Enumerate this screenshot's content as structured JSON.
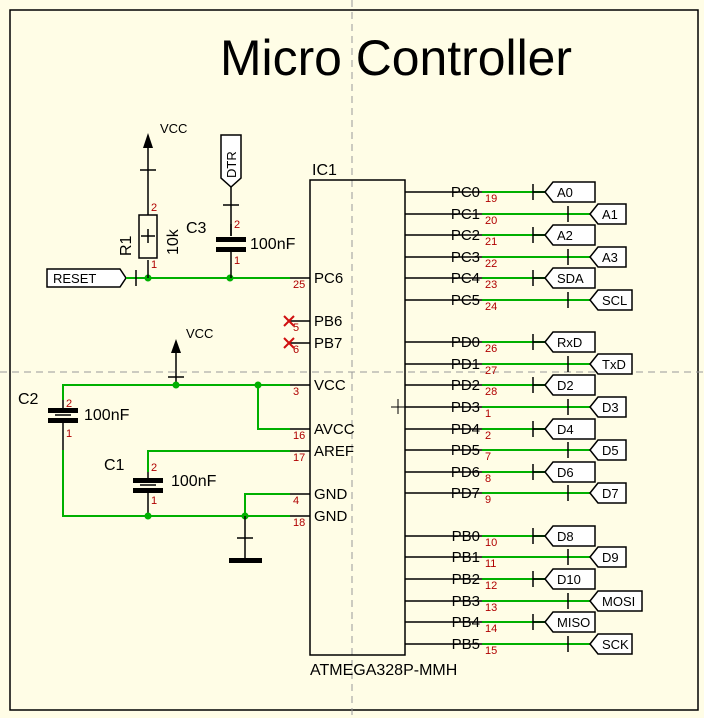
{
  "title": "Micro Controller",
  "ic": {
    "ref": "IC1",
    "part": "ATMEGA328P-MMH",
    "pins": [
      {
        "name": "PC6",
        "num": "25"
      },
      {
        "name": "PB6",
        "num": "5"
      },
      {
        "name": "PB7",
        "num": "6"
      },
      {
        "name": "VCC",
        "num": "3"
      },
      {
        "name": "AVCC",
        "num": "16"
      },
      {
        "name": "AREF",
        "num": "17"
      },
      {
        "name": "GND",
        "num": "4"
      },
      {
        "name": "GND",
        "num": "18"
      },
      {
        "name": "PC0",
        "num": "19"
      },
      {
        "name": "PC1",
        "num": "20"
      },
      {
        "name": "PC2",
        "num": "21"
      },
      {
        "name": "PC3",
        "num": "22"
      },
      {
        "name": "PC4",
        "num": "23"
      },
      {
        "name": "PC5",
        "num": "24"
      },
      {
        "name": "PD0",
        "num": "26"
      },
      {
        "name": "PD1",
        "num": "27"
      },
      {
        "name": "PD2",
        "num": "28"
      },
      {
        "name": "PD3",
        "num": "1"
      },
      {
        "name": "PD4",
        "num": "2"
      },
      {
        "name": "PD5",
        "num": "7"
      },
      {
        "name": "PD6",
        "num": "8"
      },
      {
        "name": "PD7",
        "num": "9"
      },
      {
        "name": "PB0",
        "num": "10"
      },
      {
        "name": "PB1",
        "num": "11"
      },
      {
        "name": "PB2",
        "num": "12"
      },
      {
        "name": "PB3",
        "num": "13"
      },
      {
        "name": "PB4",
        "num": "14"
      },
      {
        "name": "PB5",
        "num": "15"
      }
    ]
  },
  "net_labels": [
    "A0",
    "A1",
    "A2",
    "A3",
    "SDA",
    "SCL",
    "RxD",
    "TxD",
    "D2",
    "D3",
    "D4",
    "D5",
    "D6",
    "D7",
    "D8",
    "D9",
    "D10",
    "MOSI",
    "MISO",
    "SCK"
  ],
  "reset_label": "RESET",
  "dtr_label": "DTR",
  "vcc_label": "VCC",
  "r1": {
    "ref": "R1",
    "value": "10k",
    "pin_top": "2",
    "pin_bottom": "1"
  },
  "c1": {
    "ref": "C1",
    "value": "100nF",
    "pin_top": "2",
    "pin_bottom": "1"
  },
  "c2": {
    "ref": "C2",
    "value": "100nF",
    "pin_top": "2",
    "pin_bottom": "1"
  },
  "c3": {
    "ref": "C3",
    "value": "100nF",
    "pin_top": "2",
    "pin_bottom": "1"
  }
}
